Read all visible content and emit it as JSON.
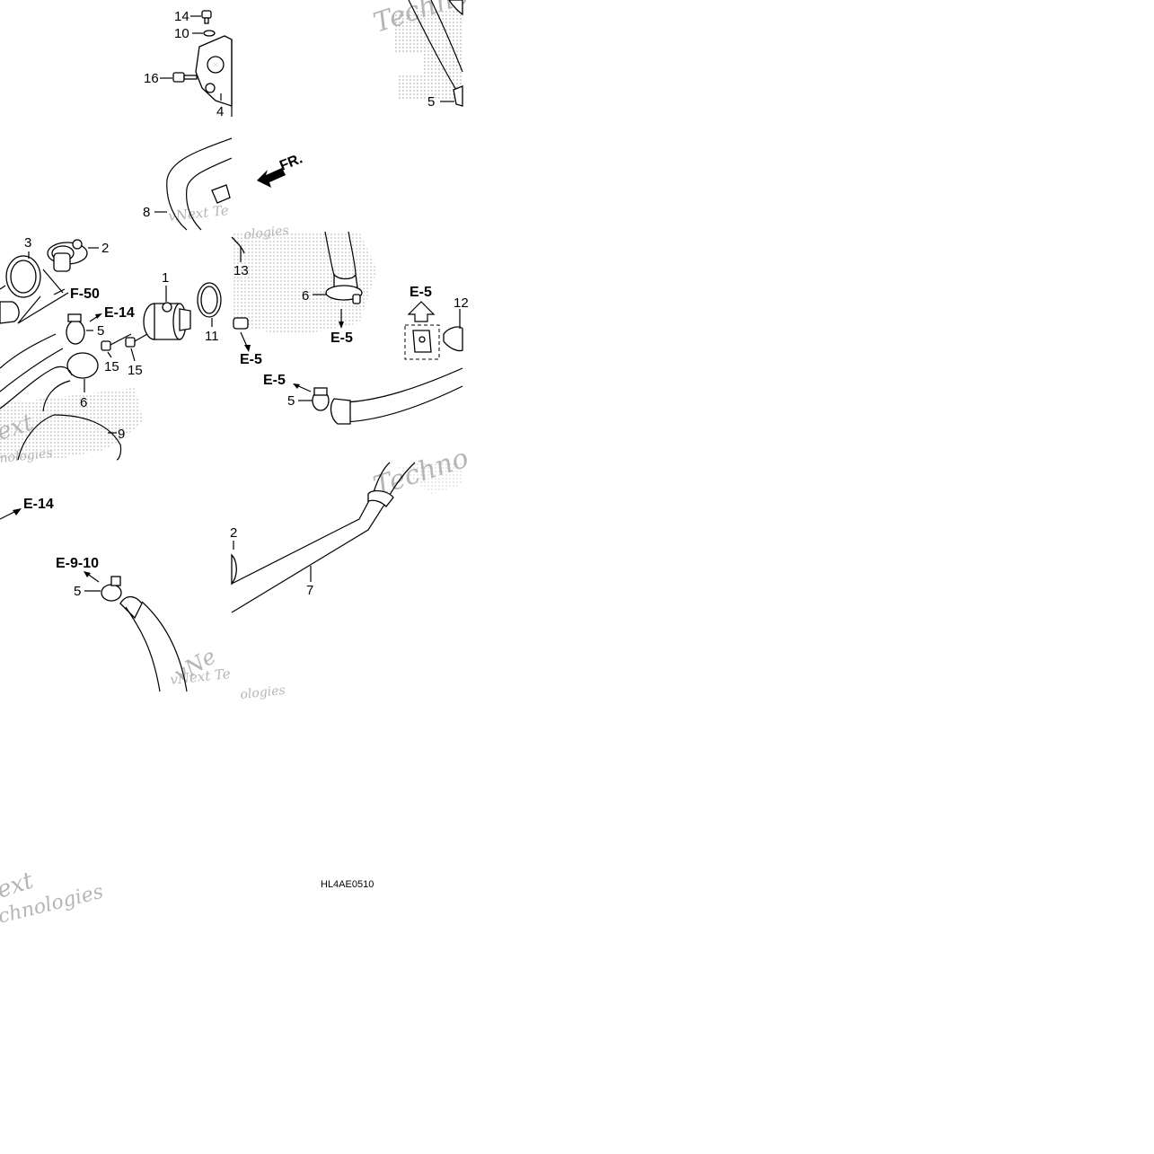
{
  "diagram": {
    "callouts": {
      "c14": "14",
      "c10": "10",
      "c16": "16",
      "c4": "4",
      "c5top": "5",
      "c8": "8",
      "c3": "3",
      "c2": "2",
      "c1": "1",
      "c11": "11",
      "c5a": "5",
      "c15a": "15",
      "c15b": "15",
      "c6a": "6",
      "c9": "9",
      "c13": "13",
      "c6b": "6",
      "c12": "12",
      "c5b": "5",
      "c5c": "5",
      "c2b": "2",
      "c7": "7"
    },
    "refs": {
      "f50": "F-50",
      "e14a": "E-14",
      "e14b": "E-14",
      "e5a": "E-5",
      "e5b": "E-5",
      "e5c": "E-5",
      "e5d": "E-5",
      "e910": "E-9-10"
    },
    "direction_label": "FR.",
    "diagram_code": "HL4AE0510",
    "watermark": {
      "w1": "Techno",
      "w2": "vNext Te",
      "w3": "ologies",
      "w4": "ext",
      "w5": "nologies",
      "w6": "Techno",
      "w7": "vNext Te",
      "w8": "vNe",
      "w9": "ologies",
      "w10": "ext",
      "w11": "chnologies"
    }
  }
}
